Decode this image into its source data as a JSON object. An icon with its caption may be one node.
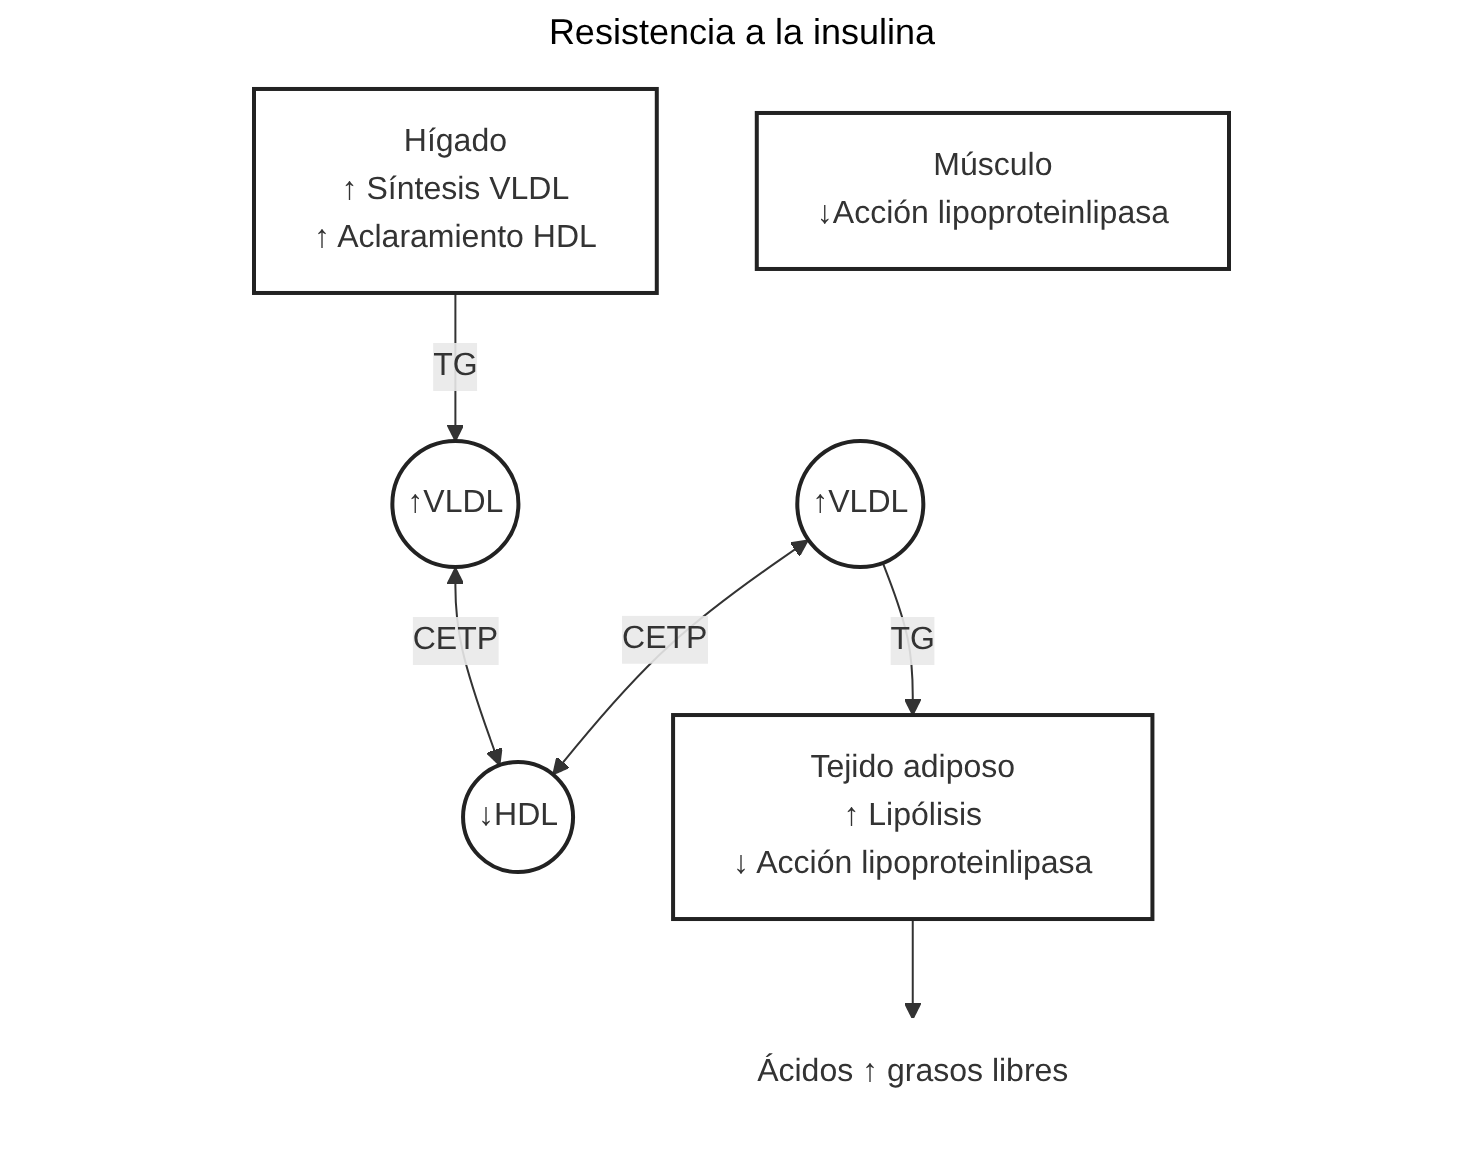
{
  "diagram": {
    "title": "Resistencia a la insulina",
    "nodes": [
      {
        "text": [
          "Hígado",
          "↑ Síntesis VLDL",
          "↑ Aclaramiento HDL"
        ]
      },
      {
        "text": [
          "↑VLDL"
        ]
      },
      {
        "text": [
          "Músculo",
          "↓Acción lipoproteinlipasa"
        ]
      },
      {
        "text": [
          "Ácidos ↑ grasos libres"
        ]
      },
      {
        "text": [
          "↓HDL"
        ]
      },
      {
        "text": [
          "↑VLDL"
        ]
      },
      {
        "text": [
          "Tejido adiposo",
          "↑ Lipólisis",
          "↓ Acción lipoproteinlipasa"
        ]
      }
    ],
    "edges": [
      {
        "from": 0,
        "to": 1,
        "arrow": "to",
        "label": "TG"
      },
      {
        "from": 1,
        "to": 4,
        "arrow": "both",
        "label": "CETP"
      },
      {
        "from": 5,
        "to": 4,
        "arrow": "both",
        "label": "CETP"
      },
      {
        "from": 5,
        "to": 6,
        "arrow": "to",
        "label": "TG"
      },
      {
        "from": 6,
        "to": 3,
        "arrow": "to"
      }
    ]
  }
}
